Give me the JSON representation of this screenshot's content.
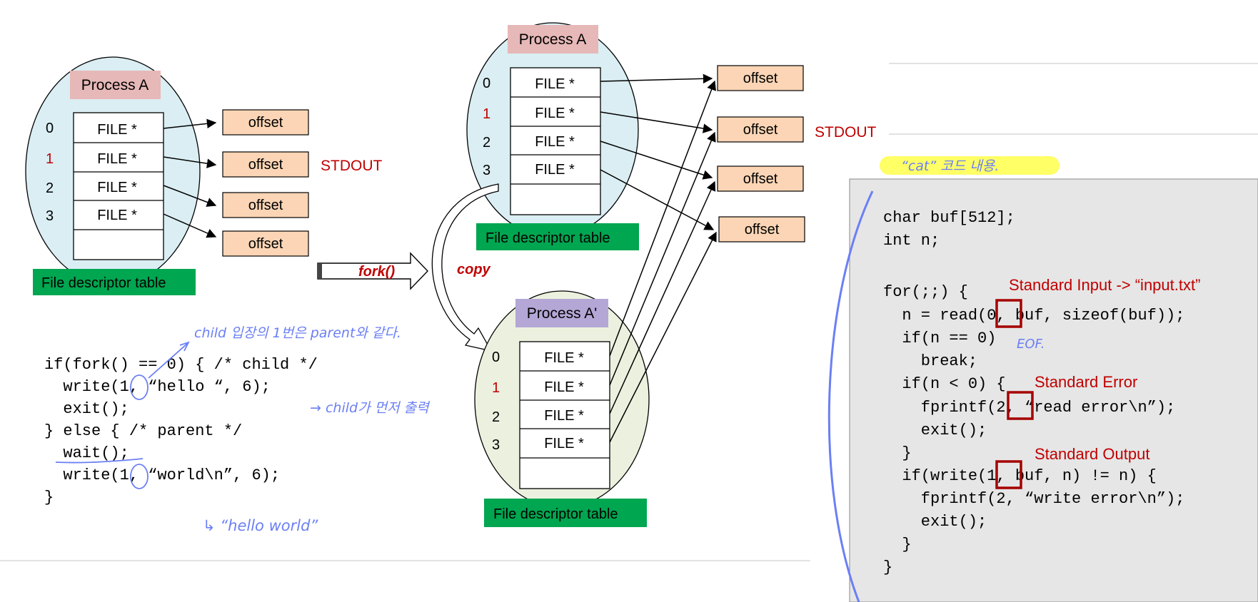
{
  "left": {
    "process_label": "Process A",
    "fd_numbers": [
      "0",
      "1",
      "2",
      "3"
    ],
    "fd_entries": [
      "FILE *",
      "FILE *",
      "FILE *",
      "FILE *"
    ],
    "offsets": [
      "offset",
      "offset",
      "offset",
      "offset"
    ],
    "stdout_label": "STDOUT",
    "table_caption": "File descriptor table"
  },
  "fork_label": "fork()",
  "copy_label": "copy",
  "parent": {
    "process_label": "Process A",
    "fd_numbers": [
      "0",
      "1",
      "2",
      "3"
    ],
    "fd_entries": [
      "FILE *",
      "FILE *",
      "FILE *",
      "FILE *"
    ],
    "table_caption": "File descriptor table"
  },
  "child": {
    "process_label": "Process A'",
    "fd_numbers": [
      "0",
      "1",
      "2",
      "3"
    ],
    "fd_entries": [
      "FILE *",
      "FILE *",
      "FILE *",
      "FILE *"
    ],
    "table_caption": "File descriptor table"
  },
  "shared_offsets": [
    "offset",
    "offset",
    "offset",
    "offset"
  ],
  "stdout_label_right": "STDOUT",
  "fork_code": [
    "if(fork() == 0) { /* child */",
    "  write(1, “hello “, 6);",
    "  exit();",
    "} else { /* parent */",
    "  wait();",
    "  write(1, “world\\n”, 6);",
    "}"
  ],
  "handwritten": {
    "note_child": "child 입장의 1번은 parent와 같다.",
    "note_output": "→ child가 먼저 출력",
    "note_result": "↳ “hello world”",
    "note_eof": "EOF.",
    "cat_tag": "“cat” 코드 내용."
  },
  "cat_code": [
    "char buf[512];",
    "int n;",
    "",
    "for(;;) {",
    "  n = read(0, buf, sizeof(buf));",
    "  if(n == 0)",
    "    break;",
    "  if(n < 0) {",
    "    fprintf(2, “read error\\n”);",
    "    exit();",
    "  }",
    "  if(write(1, buf, n) != n) {",
    "    fprintf(2, “write error\\n”);",
    "    exit();",
    "  }",
    "}"
  ],
  "cat_annotations": {
    "stdin": "Standard Input -> “input.txt”",
    "stderr": "Standard Error",
    "stdout": "Standard Output"
  },
  "colors": {
    "process_a_fill": "#e6b8b7",
    "process_child_fill": "#b4a7d6",
    "caption_fill": "#00a650",
    "offset_fill": "#fbd5b5",
    "parent_ellipse": "#daeef3",
    "child_ellipse": "#ebf1de",
    "accent_red": "#c00000",
    "code_panel": "#e6e6e6",
    "highlight": "#ffff66",
    "pen_blue": "#6b7ff5"
  }
}
